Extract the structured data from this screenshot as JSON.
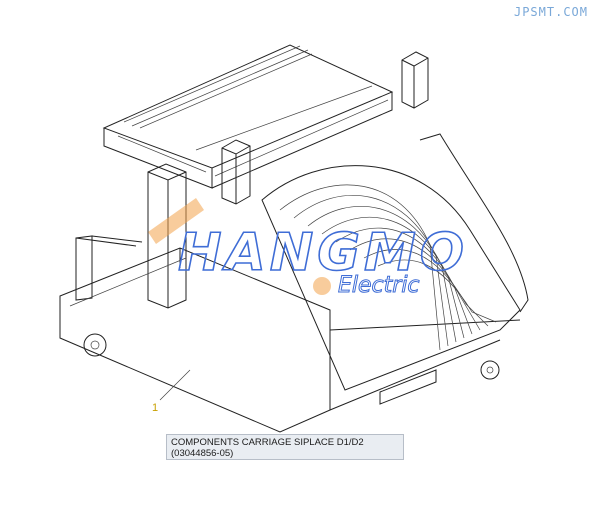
{
  "watermark_site": "JPSMT.COM",
  "watermark_brand": "HANGMO",
  "watermark_sub": "Electric",
  "callout_number": "1",
  "caption": {
    "title": "COMPONENTS CARRIAGE SIPLACE D1/D2",
    "part_number": "(03044856-05)"
  },
  "colors": {
    "watermark_blue": "#3f6dd6",
    "watermark_orange": "#f2a24a",
    "callout": "#c8a000",
    "caption_bg": "#e9edf2"
  }
}
